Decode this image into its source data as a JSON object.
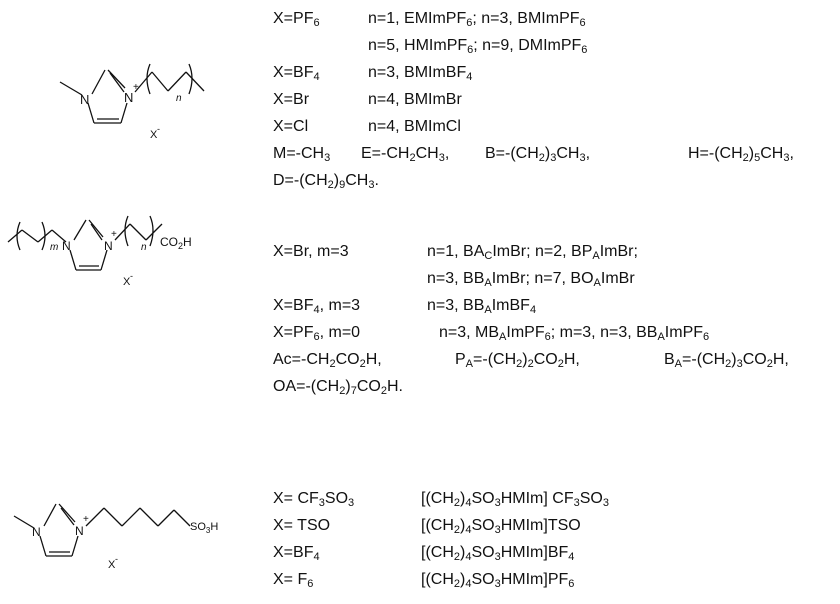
{
  "structures": {
    "s1": {
      "n_label": "N",
      "nplus_label": "N",
      "plus": "+",
      "anion": "X",
      "minus": "-",
      "index": "n"
    },
    "s2": {
      "n_label": "N",
      "nplus_label": "N",
      "plus": "+",
      "anion": "X",
      "minus": "-",
      "index_m": "m",
      "index_n": "n",
      "tail": "CO",
      "tail_sub": "2",
      "tail_end": "H"
    },
    "s3": {
      "n_label": "N",
      "nplus_label": "N",
      "plus": "+",
      "anion": "X",
      "minus": "-",
      "tail": "SO",
      "tail_sub": "3",
      "tail_end": "H"
    }
  },
  "block1": [
    [
      [
        "X=PF",
        "6",
        "n=1, EMImPF",
        "6",
        "; n=3, BMImPF",
        "6"
      ]
    ],
    [
      [
        "",
        "",
        "n=5, HMImPF",
        "6",
        "; n=9, DMImPF",
        "6"
      ]
    ],
    [
      [
        "X=BF",
        "4",
        "n=3, BMImBF",
        "4",
        "",
        ""
      ]
    ],
    [
      [
        "X=Br",
        "",
        "n=4, BMImBr",
        "",
        "",
        ""
      ]
    ],
    [
      [
        "X=Cl",
        "",
        "n=4, BMImCl",
        "",
        "",
        ""
      ]
    ],
    [
      [
        "M=-CH",
        "3",
        "E=-CH",
        "2",
        "CH",
        "3",
        ",",
        "B=-(CH",
        "2",
        ")",
        "3",
        "CH",
        "3",
        ",",
        "H=-(CH",
        "2",
        ")",
        "5",
        "CH",
        "3",
        ","
      ]
    ],
    [
      [
        "D=-(CH",
        "2",
        ")",
        "9",
        "CH",
        "3",
        "."
      ]
    ]
  ],
  "b1": {
    "r0": {
      "a": "X=PF",
      "a_sub": "6",
      "b": "n=1, EMImPF",
      "b_sub": "6",
      "c": "; n=3, BMImPF",
      "c_sub": "6"
    },
    "r1": {
      "b": "n=5, HMImPF",
      "b_sub": "6",
      "c": "; n=9, DMImPF",
      "c_sub": "6"
    },
    "r2": {
      "a": "X=BF",
      "a_sub": "4",
      "b": "n=3, BMImBF",
      "b_sub": "4"
    },
    "r3": {
      "a": "X=Br",
      "b": "n=4, BMImBr"
    },
    "r4": {
      "a": "X=Cl",
      "b": "n=4, BMImCl"
    },
    "r5": {
      "m1": "M=-CH",
      "m1s": "3",
      "e1": "E=-CH",
      "e1s": "2",
      "e2": "CH",
      "e2s": "3",
      "e3": ",",
      "b1": "B=-(CH",
      "b1s": "2",
      "b2": ")",
      "b2s": "3",
      "b3": "CH",
      "b3s": "3",
      "b4": ",",
      "h1": "H=-(CH",
      "h1s": "2",
      "h2": ")",
      "h2s": "5",
      "h3": "CH",
      "h3s": "3",
      "h4": ","
    },
    "r6": {
      "d1": "D=-(CH",
      "d1s": "2",
      "d2": ")",
      "d2s": "9",
      "d3": "CH",
      "d3s": "3",
      "d4": "."
    }
  },
  "b2": {
    "r0": {
      "a": "X=Br, m=3",
      "b": "n=1, BA",
      "b_sub": "C",
      "c": "ImBr; n=2, BP",
      "c_sub": "A",
      "d": "ImBr;"
    },
    "r1": {
      "b": "n=3, BB",
      "b_sub": "A",
      "c": "ImBr; n=7, BO",
      "c_sub": "A",
      "d": "ImBr"
    },
    "r2": {
      "a": "X=BF",
      "a_sub": "4",
      "a2": ", m=3",
      "b": "n=3, BB",
      "b_sub": "A",
      "c": "ImBF",
      "c_sub": "4"
    },
    "r3": {
      "a": "X=PF",
      "a_sub": "6",
      "a2": ", m=0",
      "b": "n=3, MB",
      "b_sub": "A",
      "c": "ImPF",
      "c_sub": "6",
      "d": "; m=3, n=3, BB",
      "d_sub": "A",
      "e": "ImPF",
      "e_sub": "6"
    },
    "r4": {
      "a1": "Ac=-CH",
      "a1s": "2",
      "a2": "CO",
      "a2s": "2",
      "a3": "H,",
      "p1": "P",
      "p1s": "A",
      "p2": "=-(CH",
      "p2s": "2",
      "p3": ")",
      "p3s": "2",
      "p4": "CO",
      "p4s": "2",
      "p5": "H,",
      "q1": "B",
      "q1s": "A",
      "q2": "=-(CH",
      "q2s": "2",
      "q3": ")",
      "q3s": "3",
      "q4": "CO",
      "q4s": "2",
      "q5": "H,"
    },
    "r5": {
      "o1": "OA=-(CH",
      "o1s": "2",
      "o2": ")",
      "o2s": "7",
      "o3": "CO",
      "o3s": "2",
      "o4": "H."
    }
  },
  "b3": {
    "r0": {
      "a": "X= CF",
      "a_sub": "3",
      "a2": "SO",
      "a2_sub": "3",
      "b": "[(CH",
      "b_sub": "2",
      "b2": ")",
      "b2_sub": "4",
      "b3": "SO",
      "b3_sub": "3",
      "b4": "HMIm] CF",
      "b4_sub": "3",
      "b5": "SO",
      "b5_sub": "3"
    },
    "r1": {
      "a": "X= TSO",
      "b": "[(CH",
      "b_sub": "2",
      "b2": ")",
      "b2_sub": "4",
      "b3": "SO",
      "b3_sub": "3",
      "b4": "HMIm]TSO"
    },
    "r2": {
      "a": "X=BF",
      "a_sub": "4",
      "b": "[(CH",
      "b_sub": "2",
      "b2": ")",
      "b2_sub": "4",
      "b3": "SO",
      "b3_sub": "3",
      "b4": "HMIm]BF",
      "b4_sub": "4"
    },
    "r3": {
      "a": "X= F",
      "a_sub": "6",
      "b": "[(CH",
      "b_sub": "2",
      "b2": ")",
      "b2_sub": "4",
      "b3": "SO",
      "b3_sub": "3",
      "b4": "HMIm]PF",
      "b4_sub": "6"
    }
  }
}
